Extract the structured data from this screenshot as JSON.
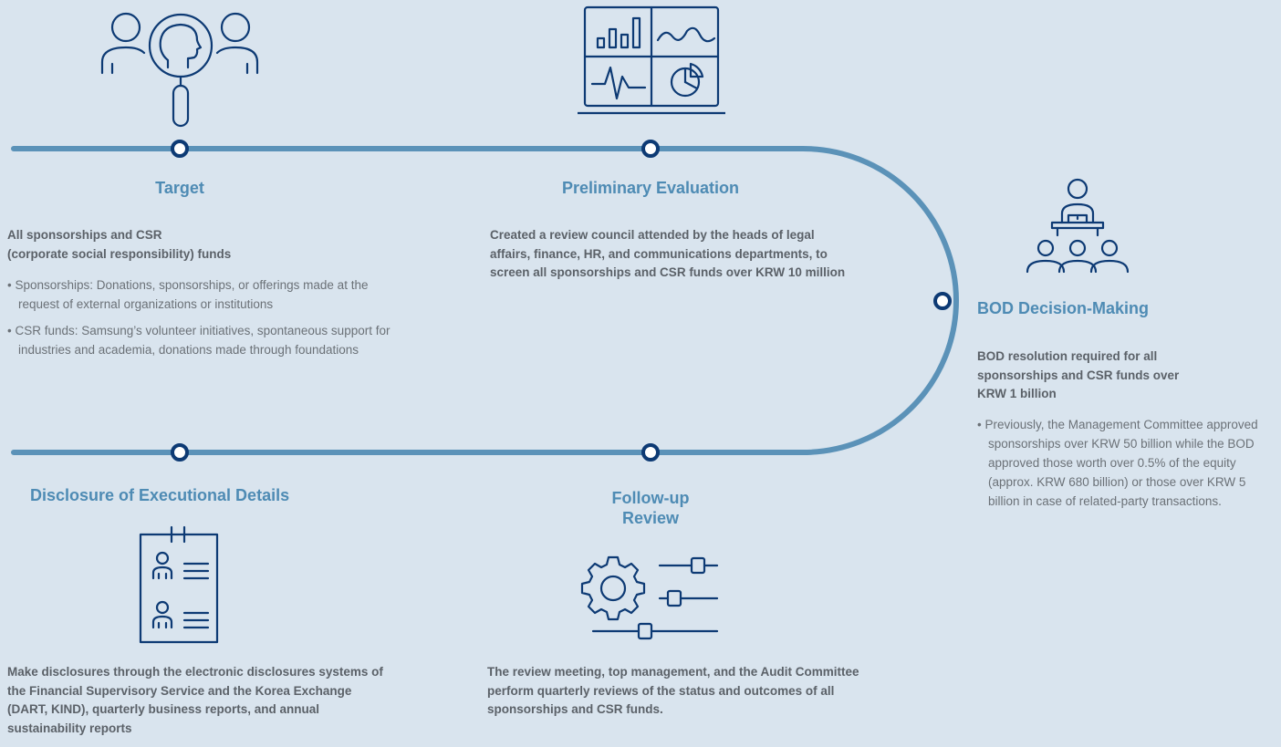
{
  "colors": {
    "background": "#d9e4ee",
    "track": "#5b92b8",
    "icon_stroke": "#0d3a74",
    "title": "#4e8bb4",
    "body_bold": "#5b6168",
    "body": "#6b7177"
  },
  "steps": {
    "target": {
      "icon": "person-search-icon",
      "title": "Target",
      "heading": "All sponsorships and CSR\n(corporate social responsibility) funds",
      "bullets": [
        "Sponsorships: Donations, sponsorships, or offerings made at the request of external organizations or institutions",
        "CSR funds: Samsung’s volunteer initiatives, spontaneous support for industries and academia, donations made through foundations"
      ]
    },
    "preliminary": {
      "icon": "dashboard-charts-icon",
      "title": "Preliminary  Evaluation",
      "text": "Created a review council attended by the heads of legal affairs, finance, HR, and communications departments, to screen all sponsorships and CSR funds over KRW 10 million"
    },
    "bod": {
      "icon": "meeting-presenter-icon",
      "title": "BOD Decision-Making",
      "heading": "BOD resolution required for all sponsorships and CSR funds over KRW 1 billion",
      "bullets": [
        "Previously, the Management Committee approved sponsorships over KRW 50 billion while the BOD approved those worth over 0.5% of the equity (approx. KRW 680 billion) or those over KRW 5 billion in case of related-party transactions."
      ]
    },
    "followup": {
      "icon": "gear-sliders-icon",
      "title": "Follow-up\nReview",
      "text": "The review meeting, top management, and the Audit Committee perform quarterly reviews of the status and outcomes of all sponsorships and CSR funds."
    },
    "disclosure": {
      "icon": "clipboard-people-icon",
      "title": "Disclosure of Executional Details",
      "text": "Make disclosures through the electronic disclosures systems of the Financial Supervisory Service and the Korea Exchange (DART, KIND), quarterly business reports, and annual sustainability reports"
    }
  }
}
